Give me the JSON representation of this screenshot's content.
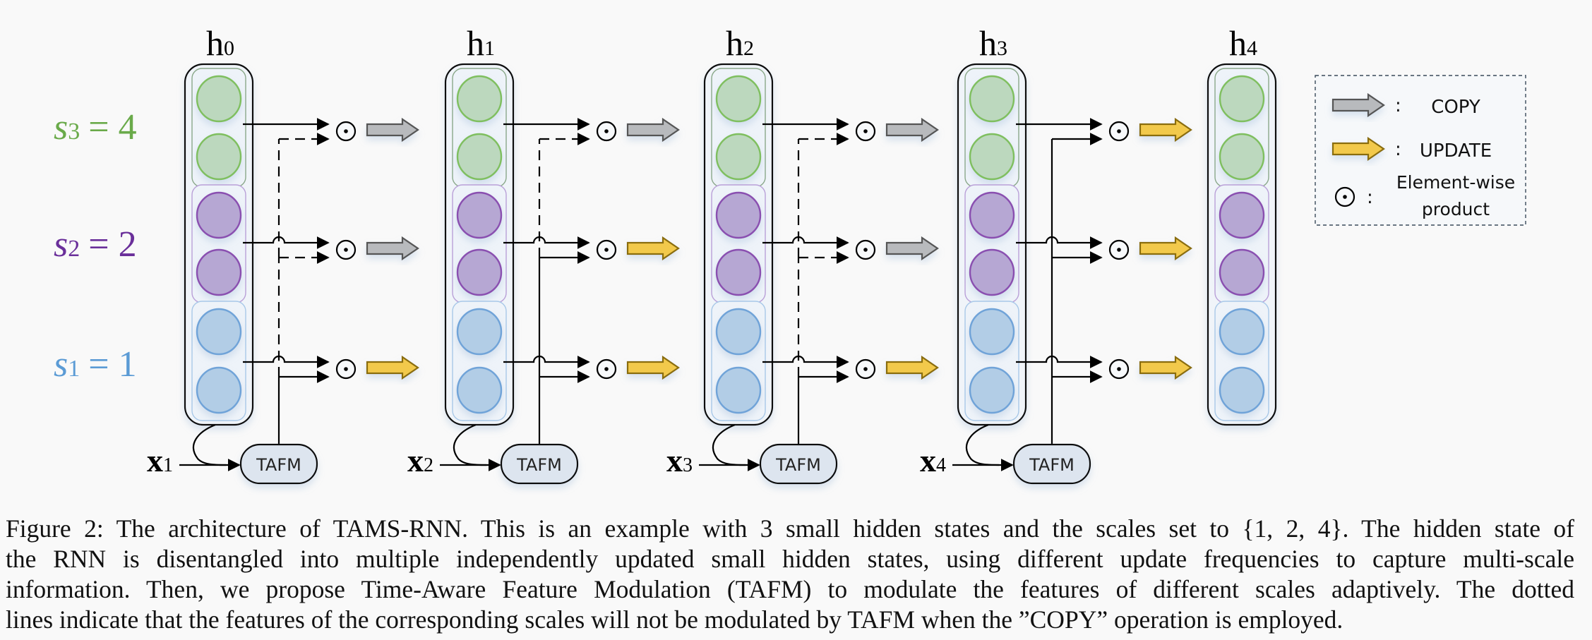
{
  "figure": {
    "hidden_states": [
      {
        "label": "h",
        "subscript": "0"
      },
      {
        "label": "h",
        "subscript": "1"
      },
      {
        "label": "h",
        "subscript": "2"
      },
      {
        "label": "h",
        "subscript": "3"
      },
      {
        "label": "h",
        "subscript": "4"
      }
    ],
    "inputs": [
      {
        "label": "x",
        "subscript": "1"
      },
      {
        "label": "x",
        "subscript": "2"
      },
      {
        "label": "x",
        "subscript": "3"
      },
      {
        "label": "x",
        "subscript": "4"
      }
    ],
    "module_label": "TAFM",
    "operator_symbol": "⊙",
    "scales": [
      {
        "name": "s",
        "subscript": "3",
        "value": "4",
        "color": "#6aaa4a"
      },
      {
        "name": "s",
        "subscript": "2",
        "value": "2",
        "color": "#6a2f9a"
      },
      {
        "name": "s",
        "subscript": "1",
        "value": "1",
        "color": "#5b9bd5"
      }
    ],
    "transitions": [
      [
        "COPY",
        "COPY",
        "UPDATE"
      ],
      [
        "COPY",
        "UPDATE",
        "UPDATE"
      ],
      [
        "COPY",
        "COPY",
        "UPDATE"
      ],
      [
        "UPDATE",
        "UPDATE",
        "UPDATE"
      ]
    ],
    "group_colors": {
      "green": {
        "fill": "#bcd8be",
        "stroke": "#7fbf5f",
        "group_stroke": "#8aa88a"
      },
      "purple": {
        "fill": "#b6a7d3",
        "stroke": "#8a4fb0",
        "group_stroke": "#b9a0d8"
      },
      "blue": {
        "fill": "#b2cde6",
        "stroke": "#6fa3d8",
        "group_stroke": "#a8c8e8"
      }
    },
    "arrow_colors": {
      "COPY": {
        "fill": "#b8babd",
        "stroke": "#555555"
      },
      "UPDATE": {
        "fill": "#f2c94c",
        "stroke": "#8a6d10"
      }
    },
    "legend": {
      "items": [
        {
          "type": "COPY",
          "separator": ":",
          "text": "COPY"
        },
        {
          "type": "UPDATE",
          "separator": ":",
          "text": "UPDATE"
        },
        {
          "type": "operator",
          "separator": ":",
          "text_line1": "Element-wise",
          "text_line2": "product"
        }
      ]
    }
  },
  "caption": {
    "lines": [
      "Figure 2: The architecture of TAMS-RNN. This is an example with 3 small hidden states and the scales set to {1, 2, 4}. The hidden state of",
      "the RNN is disentangled into multiple independently updated small hidden states, using different update frequencies to capture multi-scale",
      "information. Then, we propose Time-Aware Feature Modulation (TAFM) to modulate the features of different scales adaptively. The dotted",
      "lines indicate that the features of the corresponding scales will not be modulated by TAFM when the ”COPY” operation is employed."
    ]
  }
}
